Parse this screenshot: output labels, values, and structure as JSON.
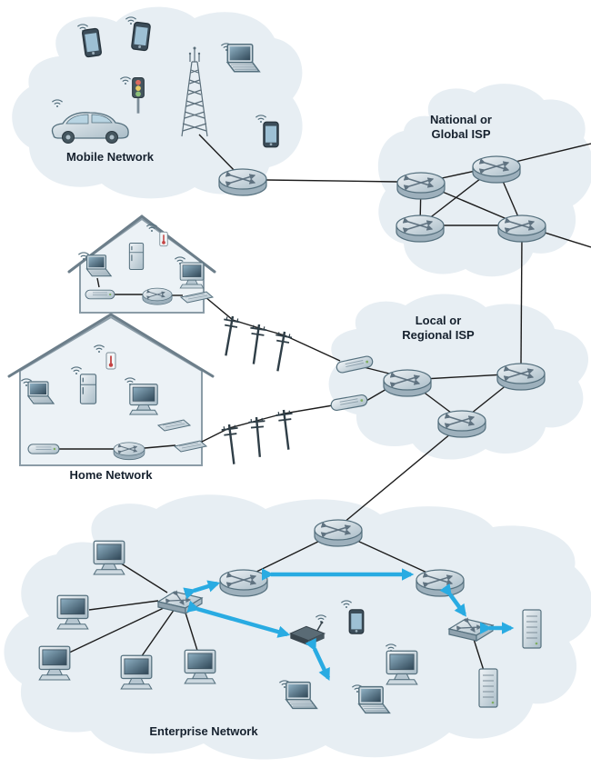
{
  "diagram": {
    "type": "network-topology",
    "labels": {
      "mobile_network": "Mobile Network",
      "national_isp_line1": "National or",
      "national_isp_line2": "Global ISP",
      "local_isp_line1": "Local or",
      "local_isp_line2": "Regional ISP",
      "home_network": "Home Network",
      "enterprise_network": "Enterprise Network"
    },
    "colors": {
      "cloud_fill": "#e7eef3",
      "house_fill": "#ecf2f6",
      "link": "#1c1c1c",
      "highlight_arrow": "#29abe2",
      "label_text": "#16212e",
      "device_stroke": "#55707e"
    },
    "sections": [
      {
        "name": "mobile-network",
        "label": "Mobile Network",
        "devices": [
          "smartphone",
          "smartphone",
          "traffic-light",
          "cell-tower",
          "laptop",
          "smartphone",
          "car",
          "router"
        ]
      },
      {
        "name": "national-isp",
        "label": "National or Global ISP",
        "devices": [
          "router",
          "router",
          "router",
          "router"
        ]
      },
      {
        "name": "local-isp",
        "label": "Local or Regional ISP",
        "devices": [
          "modem",
          "modem",
          "router",
          "router",
          "router"
        ]
      },
      {
        "name": "home-network-upper",
        "label": "",
        "devices": [
          "laptop",
          "refrigerator",
          "thermostat",
          "desktop",
          "modem",
          "router",
          "keyboard"
        ]
      },
      {
        "name": "home-network-lower",
        "label": "Home Network",
        "devices": [
          "laptop",
          "refrigerator",
          "thermostat",
          "desktop",
          "keyboard",
          "modem",
          "router",
          "keyboard"
        ]
      },
      {
        "name": "enterprise-network",
        "label": "Enterprise Network",
        "devices": [
          "router",
          "router",
          "router",
          "switch",
          "desktop",
          "desktop",
          "desktop",
          "desktop",
          "desktop",
          "desktop",
          "access-point",
          "smartphone",
          "laptop",
          "laptop",
          "switch",
          "server",
          "server"
        ]
      }
    ]
  }
}
